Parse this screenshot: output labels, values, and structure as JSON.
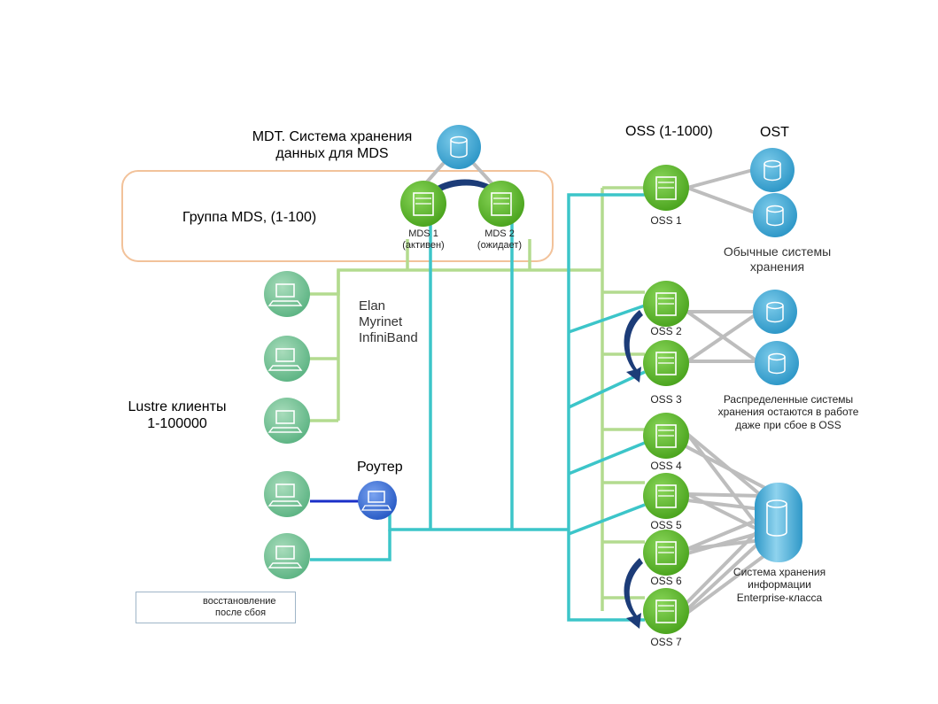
{
  "mdt": {
    "title_line1": "MDT. Система хранения",
    "title_line2": "данных для MDS"
  },
  "mds_group": {
    "label": "Группа MDS, (1-100)"
  },
  "mds": [
    {
      "name": "MDS 1",
      "state": "(активен)"
    },
    {
      "name": "MDS 2",
      "state": "(ожидает)"
    }
  ],
  "networks": {
    "line1": "Elan",
    "line2": "Myrinet",
    "line3": "InfiniBand"
  },
  "clients": {
    "title_line1": "Lustre клиенты",
    "title_line2": "1-100000"
  },
  "router": {
    "label": "Роутер"
  },
  "oss_header": "OSS (1-1000)",
  "ost_header": "OST",
  "oss_nodes": [
    "OSS 1",
    "OSS 2",
    "OSS 3",
    "OSS 4",
    "OSS 5",
    "OSS 6",
    "OSS 7"
  ],
  "storage": {
    "ordinary_line1": "Обычные системы",
    "ordinary_line2": "хранения",
    "distributed_line1": "Распределенные системы",
    "distributed_line2": "хранения остаются в работе",
    "distributed_line3": "даже при сбое в OSS",
    "enterprise_line1": "Система хранения",
    "enterprise_line2": "информации",
    "enterprise_line3": "Enterprise-класса"
  },
  "legend": {
    "line1": "восстановление",
    "line2": "после сбоя"
  },
  "colors": {
    "teal_link": "#3cc5c9",
    "lightgreen_link": "#b3db8f",
    "gray_link": "#bdbdbd",
    "server_green": "#5ab82a",
    "storage_blue": "#3ea9d6",
    "client_green": "#7cc79c",
    "router_blue": "#3d72d8",
    "arrow_navy": "#1c3c78",
    "group_border": "#f2c29a"
  }
}
